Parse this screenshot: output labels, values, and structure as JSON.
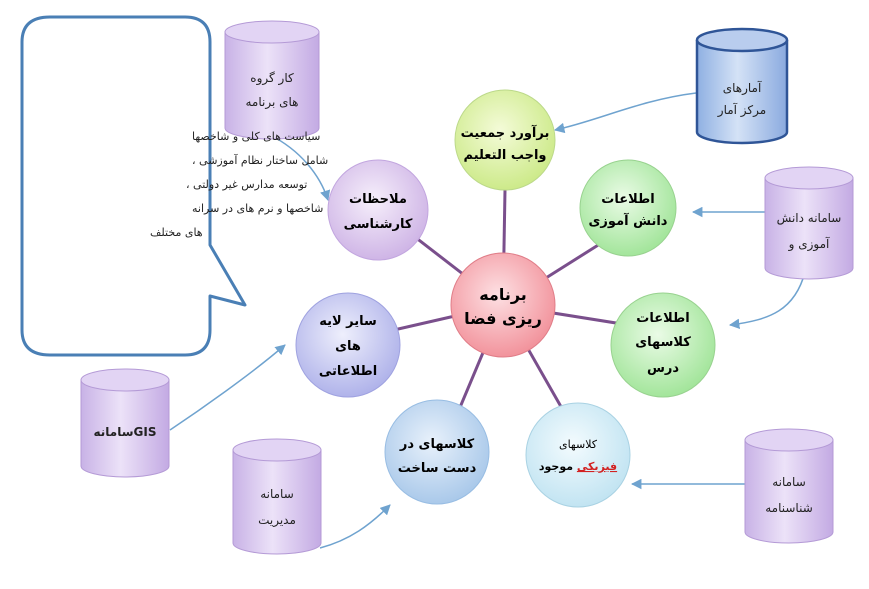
{
  "center": {
    "line1": "برنامه",
    "line2": "ریزی فضا"
  },
  "nodes": {
    "estimate": {
      "line1": "برآورد جمعیت",
      "line2": "واجب التعلیم"
    },
    "student_info": {
      "line1": "اطلاعات",
      "line2": "دانش آموزی"
    },
    "class_info": {
      "line1": "اطلاعات",
      "line2": "کلاسهای",
      "line3": "درس"
    },
    "physical": {
      "line1": "کلاسهای",
      "line2a": "فیزیکی",
      "line2b": " موجود"
    },
    "construction": {
      "line1": "کلاسهای در",
      "line2": "دست ساخت"
    },
    "layers": {
      "line1": "سایر لایه",
      "line2": "های",
      "line3": "اطلاعاتی"
    },
    "expert": {
      "line1": "ملاحظات",
      "line2": "کارشناسی"
    }
  },
  "sources": {
    "stats": {
      "line1": "آمارهای",
      "line2": "مرکز آمار"
    },
    "student_system": {
      "line1": "سامانه دانش",
      "line2": "آموزی و"
    },
    "registry": {
      "line1": "سامانه",
      "line2": "شناسنامه"
    },
    "management": {
      "line1": "سامانه",
      "line2": "مدیریت"
    },
    "gis": {
      "line1": "GISسامانه"
    },
    "workgroup": {
      "line1": "کار گروه",
      "line2": "های برنامه"
    }
  },
  "callout": {
    "line1": "سیاست های کلی  و شاخصها",
    "line2": "شامل ساختار نظام آموزشی ،",
    "line3": "توسعه مدارس غیر دولتی ،",
    "line4": "شاخصها و نرم های در سرانه",
    "line5": "های مختلف"
  },
  "colors": {
    "spoke": "#7a4f8c",
    "arrow": "#6fa3cf",
    "center": "#f5a9b0",
    "estimate": "#d8f0a0",
    "student_info": "#b9ecb2",
    "class_info": "#b9ecb2",
    "physical": "#cdeaf5",
    "construction": "#c5dcf0",
    "layers": "#c7c9ef",
    "expert": "#dcc8ec",
    "cylinder_purple": "#d8c6ee",
    "cylinder_blue": "#a8c2ea",
    "callout_border": "#4a7fb5",
    "underline_red": "#d22222"
  }
}
